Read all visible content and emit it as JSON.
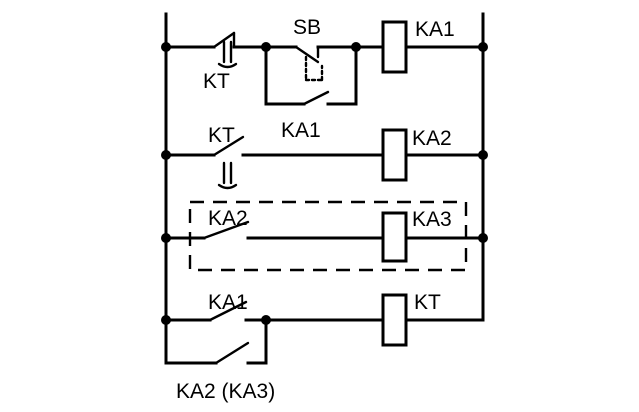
{
  "labels": {
    "kt_rung1": "KT",
    "sb": "SB",
    "ka1_coil": "KA1",
    "ka1_contact": "KA1",
    "kt_rung2": "KT",
    "ka2_coil": "KA2",
    "ka2_contact": "KA2",
    "ka3_coil": "KA3",
    "ka1_rung4": "KA1",
    "kt_coil": "KT",
    "ka2_ka3": "KA2 (KA3)"
  }
}
